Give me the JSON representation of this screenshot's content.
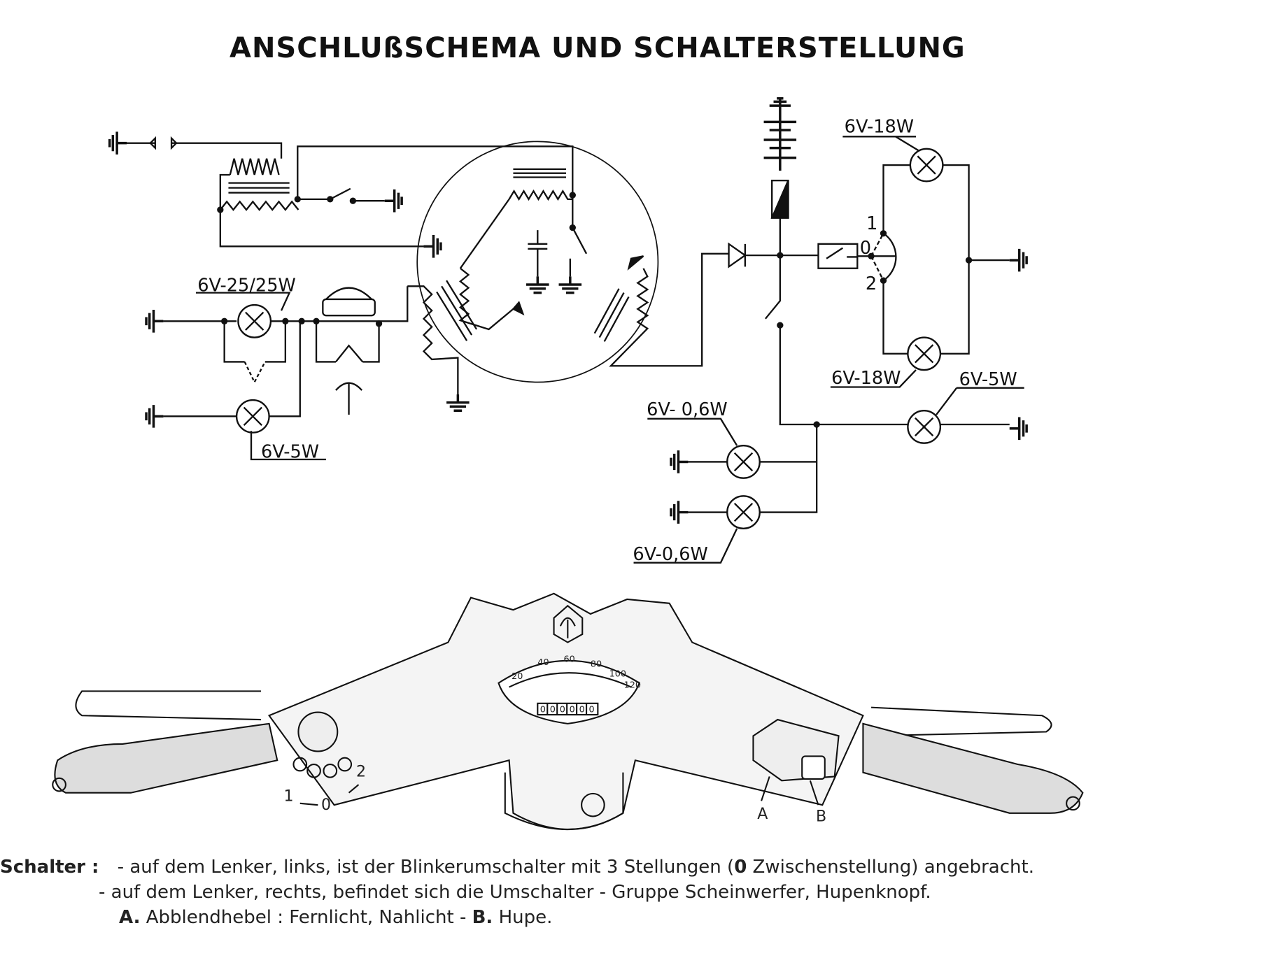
{
  "title": "ANSCHLUßSCHEMA UND SCHALTERSTELLUNG",
  "schematic": {
    "lamp_labels": {
      "headlight": "6V-25/25W",
      "tail_left": "6V-5W",
      "blinker_top": "6V-18W",
      "blinker_bottom": "6V-18W",
      "rear_right": "6V-5W",
      "indicator_1": "6V- 0,6W",
      "indicator_2": "6V-0,6W"
    },
    "switch_positions": [
      "1",
      "0",
      "2"
    ]
  },
  "handlebar": {
    "speedometer_ticks": [
      "20",
      "40",
      "60",
      "80",
      "100",
      "120"
    ],
    "odometer": [
      "0",
      "0",
      "0",
      "0",
      "0",
      "0"
    ],
    "left_switch_positions": [
      "1",
      "0",
      "2"
    ],
    "right_switch_labels": [
      "A",
      "B"
    ]
  },
  "notes": {
    "heading": "Schalter :",
    "line1_prefix": "- auf dem Lenker, links, ist der Blinkerumschalter mit 3 Stellungen (",
    "line1_bold": "0",
    "line1_suffix": "Zwischenstellung) angebracht.",
    "line2": "- auf dem Lenker, rechts, befindet sich die Umschalter - Gruppe  Scheinwerfer,  Hupenknopf.",
    "line3_a_key": "A.",
    "line3_a_text": "Abblendhebel :  Fernlicht,  Nahlicht  -",
    "line3_b_key": "B.",
    "line3_b_text": "Hupe."
  }
}
